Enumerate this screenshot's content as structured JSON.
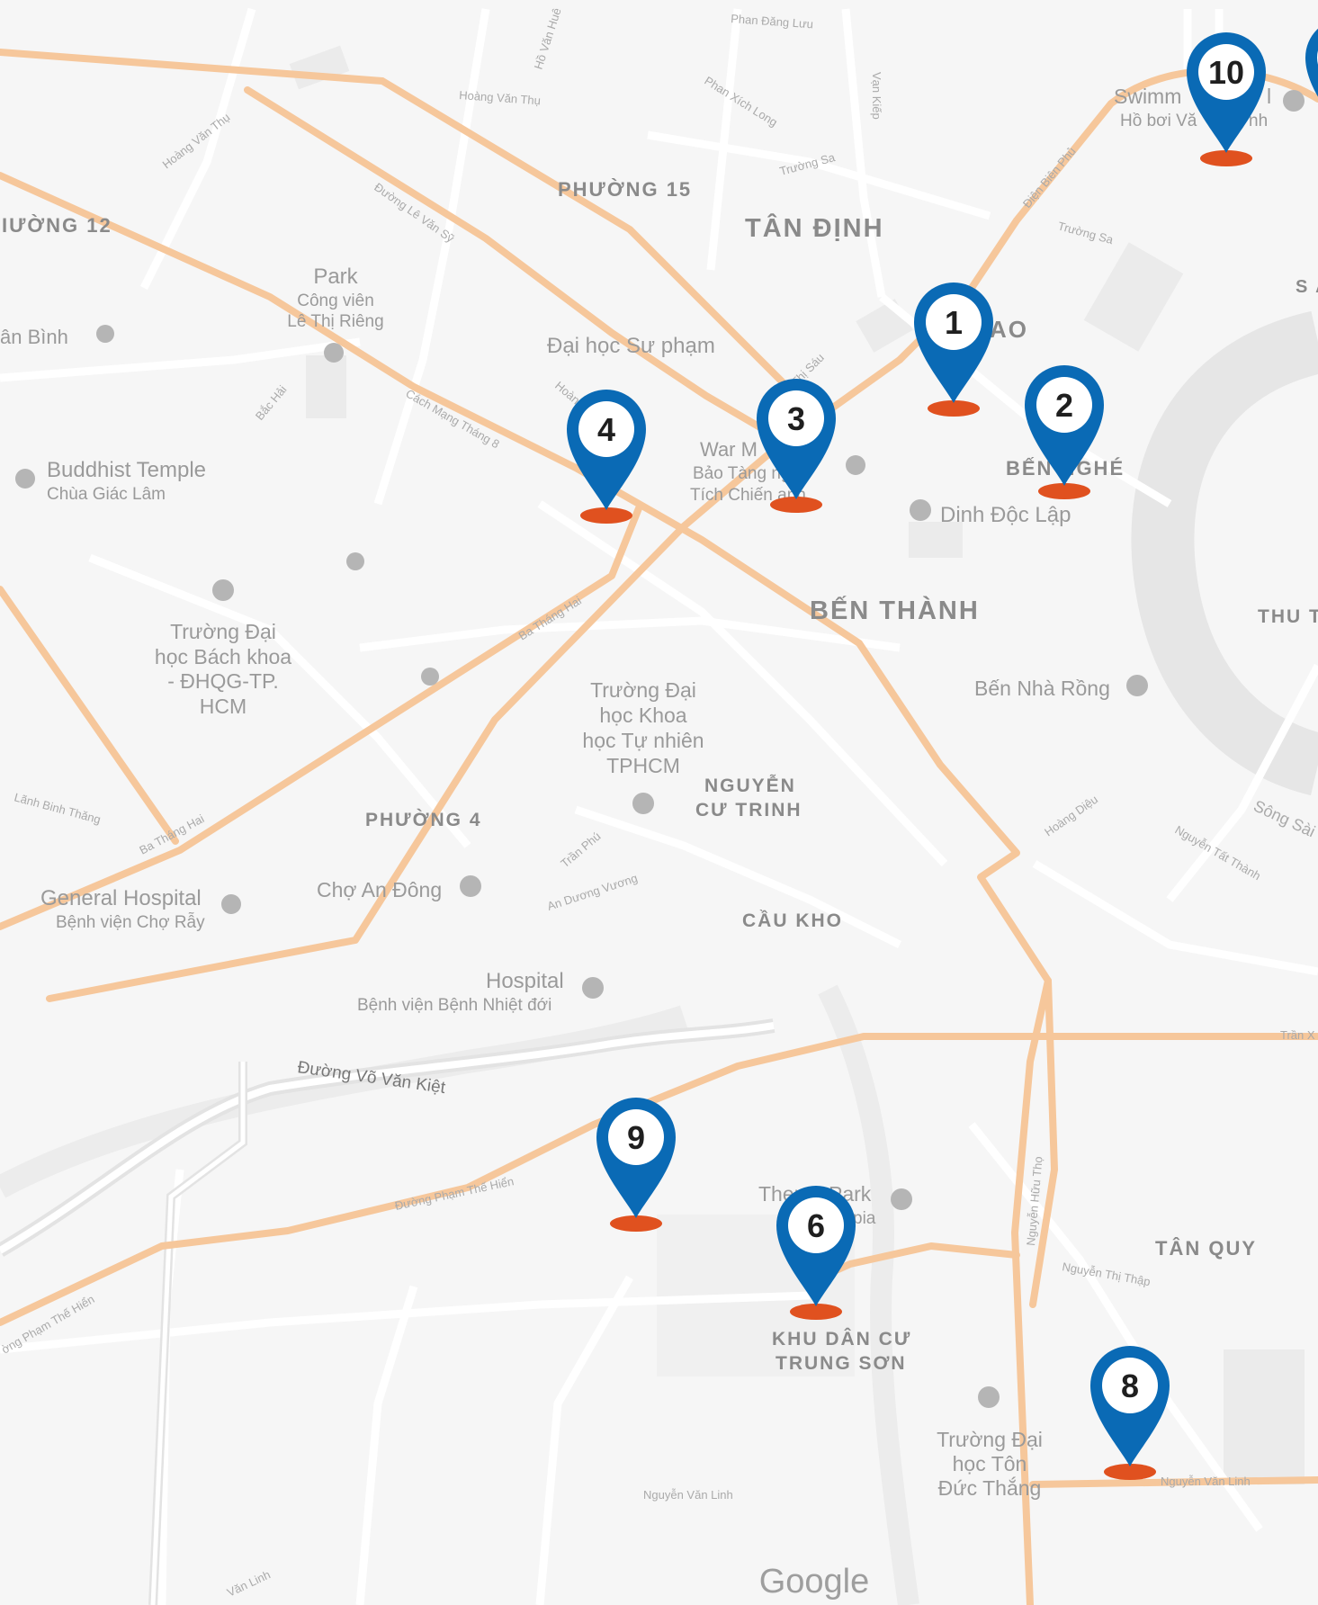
{
  "map": {
    "attribution": "Google",
    "colors": {
      "background": "#f6f6f6",
      "minor_road": "#ffffff",
      "major_road": "#f6c79b",
      "river": "#e6e6e6",
      "marker": "#0a6ab5",
      "marker_base": "#e0511f",
      "district_label": "#8a8a8a",
      "place_label": "#9a9a9a"
    },
    "districts": [
      {
        "id": "phuong-15",
        "text": "PHƯỜNG 15"
      },
      {
        "id": "tan-dinh",
        "text": "TÂN ĐỊNH"
      },
      {
        "id": "phuong-12",
        "text": "IƯỜNG 12"
      },
      {
        "id": "dakao",
        "text": "AO"
      },
      {
        "id": "ben-nghe",
        "text": "BẾN NGHÉ"
      },
      {
        "id": "ben-thanh",
        "text": "BẾN THÀNH"
      },
      {
        "id": "thu-thiem",
        "text": "THU T"
      },
      {
        "id": "nguyen-cu-trinh-1",
        "text": "NGUYỄN"
      },
      {
        "id": "nguyen-cu-trinh-2",
        "text": "CƯ TRINH"
      },
      {
        "id": "phuong-4",
        "text": "PHƯỜNG 4"
      },
      {
        "id": "cau-kho",
        "text": "CẦU KHO"
      },
      {
        "id": "tan-quy",
        "text": "TÂN QUY"
      },
      {
        "id": "trung-son-1",
        "text": "KHU DÂN CƯ"
      },
      {
        "id": "trung-son-2",
        "text": "TRUNG SƠN"
      },
      {
        "id": "sa",
        "text": "S A"
      }
    ],
    "places": [
      {
        "id": "park",
        "text": "Park"
      },
      {
        "id": "park-vi-1",
        "text": "Công viên"
      },
      {
        "id": "park-vi-2",
        "text": "Lê Thị Riêng"
      },
      {
        "id": "tan-binh",
        "text": "ân Bình"
      },
      {
        "id": "sp-university",
        "text": "Đại học Sư phạm"
      },
      {
        "id": "buddhist-temple",
        "text": "Buddhist Temple"
      },
      {
        "id": "chua-giac-lam",
        "text": "Chùa Giác Lâm"
      },
      {
        "id": "war-museum",
        "text": "War M"
      },
      {
        "id": "war-museum-vi-1",
        "text": "Bảo Tàng      ng"
      },
      {
        "id": "war-museum-vi-2",
        "text": "Tích Chiến     anh"
      },
      {
        "id": "dinh-doc-lap",
        "text": "Dinh Độc Lập"
      },
      {
        "id": "bach-khoa-1",
        "text": "Trường Đại"
      },
      {
        "id": "bach-khoa-2",
        "text": "học Bách khoa"
      },
      {
        "id": "bach-khoa-3",
        "text": "- ĐHQG-TP."
      },
      {
        "id": "bach-khoa-4",
        "text": "HCM"
      },
      {
        "id": "khtn-1",
        "text": "Trường Đại"
      },
      {
        "id": "khtn-2",
        "text": "học Khoa"
      },
      {
        "id": "khtn-3",
        "text": "học Tự nhiên"
      },
      {
        "id": "khtn-4",
        "text": "TPHCM"
      },
      {
        "id": "ben-nha-rong",
        "text": "Bến Nhà Rồng"
      },
      {
        "id": "general-hospital",
        "text": "General Hospital"
      },
      {
        "id": "cho-ray",
        "text": "Bệnh viện Chợ Rẫy"
      },
      {
        "id": "cho-an-dong",
        "text": "Chợ An Đông"
      },
      {
        "id": "hospital",
        "text": "Hospital"
      },
      {
        "id": "nhiet-doi",
        "text": "Bệnh viện Bệnh Nhiệt đới"
      },
      {
        "id": "theme-park",
        "text": "Theme Park"
      },
      {
        "id": "theme-park-vi",
        "text": "pia"
      },
      {
        "id": "ton-duc-thang-1",
        "text": "Trường Đại"
      },
      {
        "id": "ton-duc-thang-2",
        "text": "học Tôn"
      },
      {
        "id": "ton-duc-thang-3",
        "text": "Đức Thắng"
      },
      {
        "id": "swimming",
        "text": "Swimm"
      },
      {
        "id": "swimming-r",
        "text": "l"
      },
      {
        "id": "ho-boi",
        "text": "Hồ bơi Vă"
      },
      {
        "id": "ho-boi-r",
        "text": "nh"
      }
    ],
    "streets": [
      {
        "id": "phan-dang-luu",
        "text": "Phan Đăng Lưu"
      },
      {
        "id": "hoang-van-thu-1",
        "text": "Hoàng Văn Thụ"
      },
      {
        "id": "hoang-van-thu-2",
        "text": "Hoàng Văn Thụ"
      },
      {
        "id": "ho-van-hue",
        "text": "Hồ Văn Huê"
      },
      {
        "id": "phan-xich-long",
        "text": "Phan Xích Long"
      },
      {
        "id": "van-kiep",
        "text": "Vạn Kiếp"
      },
      {
        "id": "truong-sa-1",
        "text": "Trường Sa"
      },
      {
        "id": "truong-sa-2",
        "text": "Trường Sa"
      },
      {
        "id": "dien-bien-phu",
        "text": "Điện Biên Phủ"
      },
      {
        "id": "le-van-sy",
        "text": "Đường Lê Văn Sỹ"
      },
      {
        "id": "cach-mang-thang-8",
        "text": "Cách Mạng Tháng 8"
      },
      {
        "id": "bac-hai",
        "text": "Bắc Hải"
      },
      {
        "id": "hoang",
        "text": "Hoàn"
      },
      {
        "id": "thi-sau",
        "text": "Thị Sáu"
      },
      {
        "id": "ba-thang-hai-1",
        "text": "Ba Tháng Hai"
      },
      {
        "id": "ba-thang-hai-2",
        "text": "Ba Tháng Hai"
      },
      {
        "id": "lanh-binh-thang",
        "text": "Lãnh Binh Thăng"
      },
      {
        "id": "tran-phu",
        "text": "Trần Phú"
      },
      {
        "id": "an-duong-vuong",
        "text": "An Dương Vương"
      },
      {
        "id": "hoang-dieu",
        "text": "Hoàng Diệu"
      },
      {
        "id": "nguyen-tat-thanh",
        "text": "Nguyễn Tất Thành"
      },
      {
        "id": "song-sai-gon",
        "text": "Sông Sài"
      },
      {
        "id": "vo-van-kiet",
        "text": "Đường Võ Văn Kiệt"
      },
      {
        "id": "pham-the-hien-1",
        "text": "Đường Phạm Thế Hiển"
      },
      {
        "id": "pham-the-hien-2",
        "text": "ờng Phạm Thế Hiển"
      },
      {
        "id": "nguyen-huu-tho",
        "text": "Nguyễn Hữu Thọ"
      },
      {
        "id": "nguyen-thi-thap",
        "text": "Nguyễn Thị Thập"
      },
      {
        "id": "nguyen-van-linh-1",
        "text": "Nguyễn Văn Linh"
      },
      {
        "id": "nguyen-van-linh-2",
        "text": "Nguyễn Văn Linh"
      },
      {
        "id": "van-linh",
        "text": "Văn Linh"
      },
      {
        "id": "tran-x",
        "text": "Trần X"
      }
    ],
    "markers": [
      {
        "id": "marker-1",
        "label": "1"
      },
      {
        "id": "marker-2",
        "label": "2"
      },
      {
        "id": "marker-3",
        "label": "3"
      },
      {
        "id": "marker-4",
        "label": "4"
      },
      {
        "id": "marker-6",
        "label": "6"
      },
      {
        "id": "marker-8",
        "label": "8"
      },
      {
        "id": "marker-9",
        "label": "9"
      },
      {
        "id": "marker-10",
        "label": "10"
      },
      {
        "id": "marker-partial",
        "label": ""
      }
    ]
  }
}
